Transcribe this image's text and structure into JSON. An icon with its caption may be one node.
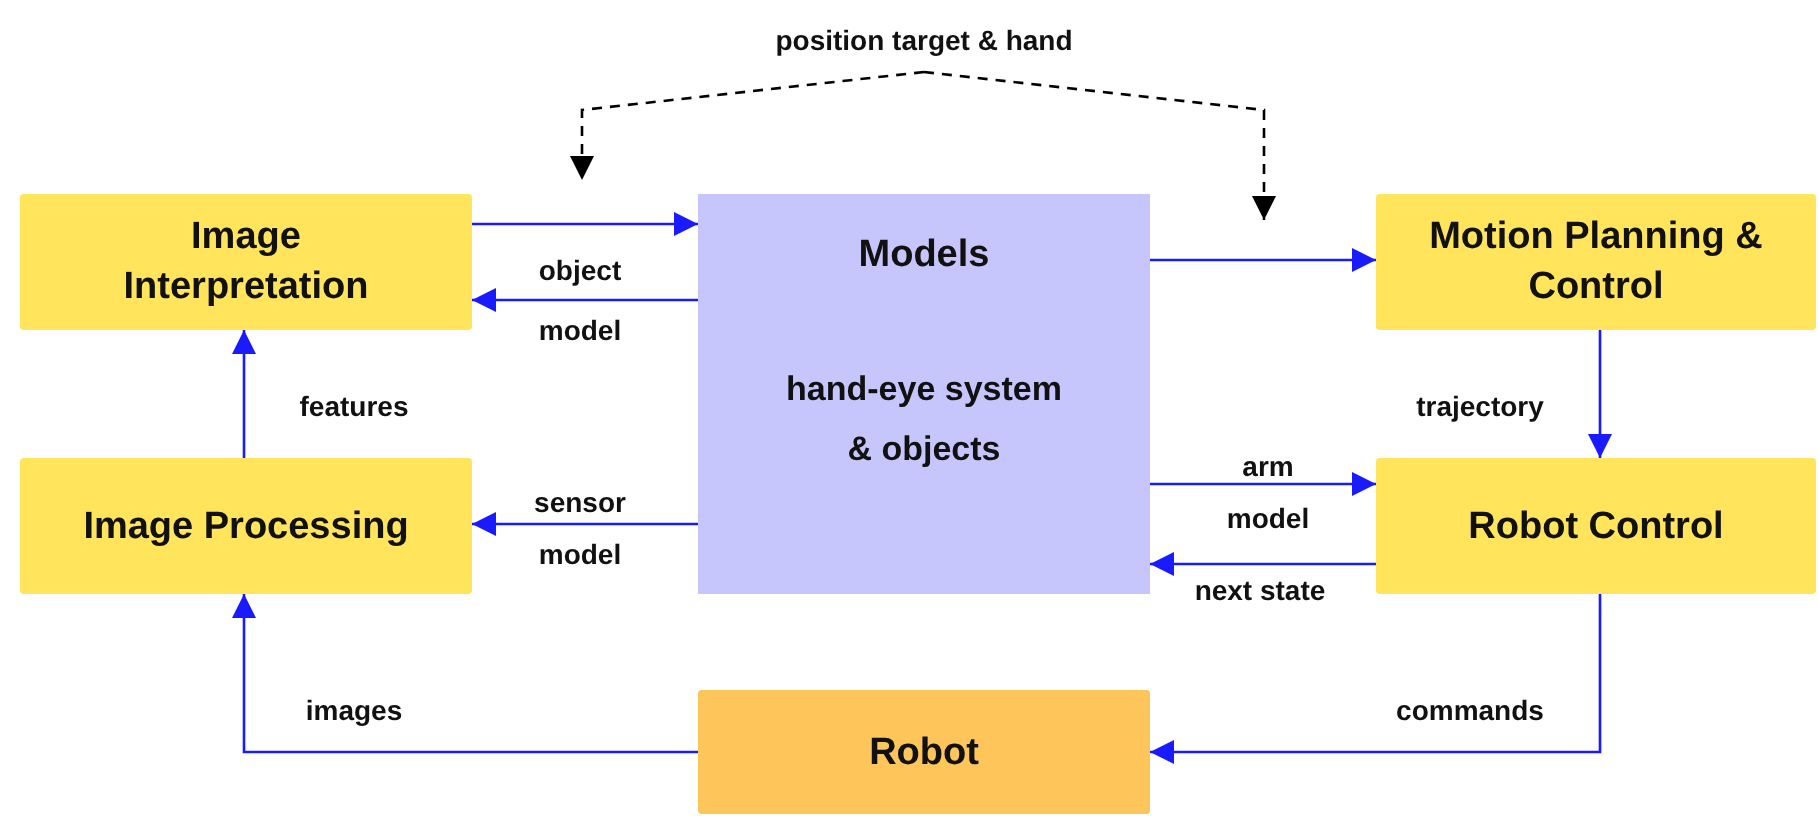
{
  "diagram": {
    "nodes": [
      {
        "text": [
          "Image Interpretation"
        ]
      },
      {
        "text": [
          "Models",
          "hand-eye system & objects"
        ]
      },
      {
        "text": [
          "Motion Planning & Control"
        ]
      },
      {
        "text": [
          "Image Processing"
        ]
      },
      {
        "text": [
          "Robot Control"
        ]
      },
      {
        "text": [
          "Robot"
        ]
      },
      {
        "text": [
          "position target & hand"
        ]
      }
    ],
    "edges": [
      {
        "from": 0,
        "to": 1,
        "arrow": "to"
      },
      {
        "from": 1,
        "to": 0,
        "arrow": "to",
        "label": "object model"
      },
      {
        "from": 1,
        "to": 2,
        "arrow": "to"
      },
      {
        "from": 3,
        "to": 0,
        "arrow": "to",
        "label": "features"
      },
      {
        "from": 1,
        "to": 3,
        "arrow": "to",
        "label": "sensor model"
      },
      {
        "from": 2,
        "to": 4,
        "arrow": "to",
        "label": "trajectory"
      },
      {
        "from": 1,
        "to": 4,
        "arrow": "to",
        "label": "arm model"
      },
      {
        "from": 4,
        "to": 1,
        "arrow": "to",
        "label": "next state"
      },
      {
        "from": 4,
        "to": 5,
        "arrow": "to",
        "label": "commands"
      },
      {
        "from": 5,
        "to": 3,
        "arrow": "to",
        "label": "images"
      },
      {
        "from": 6,
        "to": null,
        "arrow": "to",
        "style": "dashed",
        "color": "#000000"
      },
      {
        "from": 6,
        "to": null,
        "arrow": "to",
        "style": "dashed",
        "color": "#000000"
      }
    ]
  }
}
